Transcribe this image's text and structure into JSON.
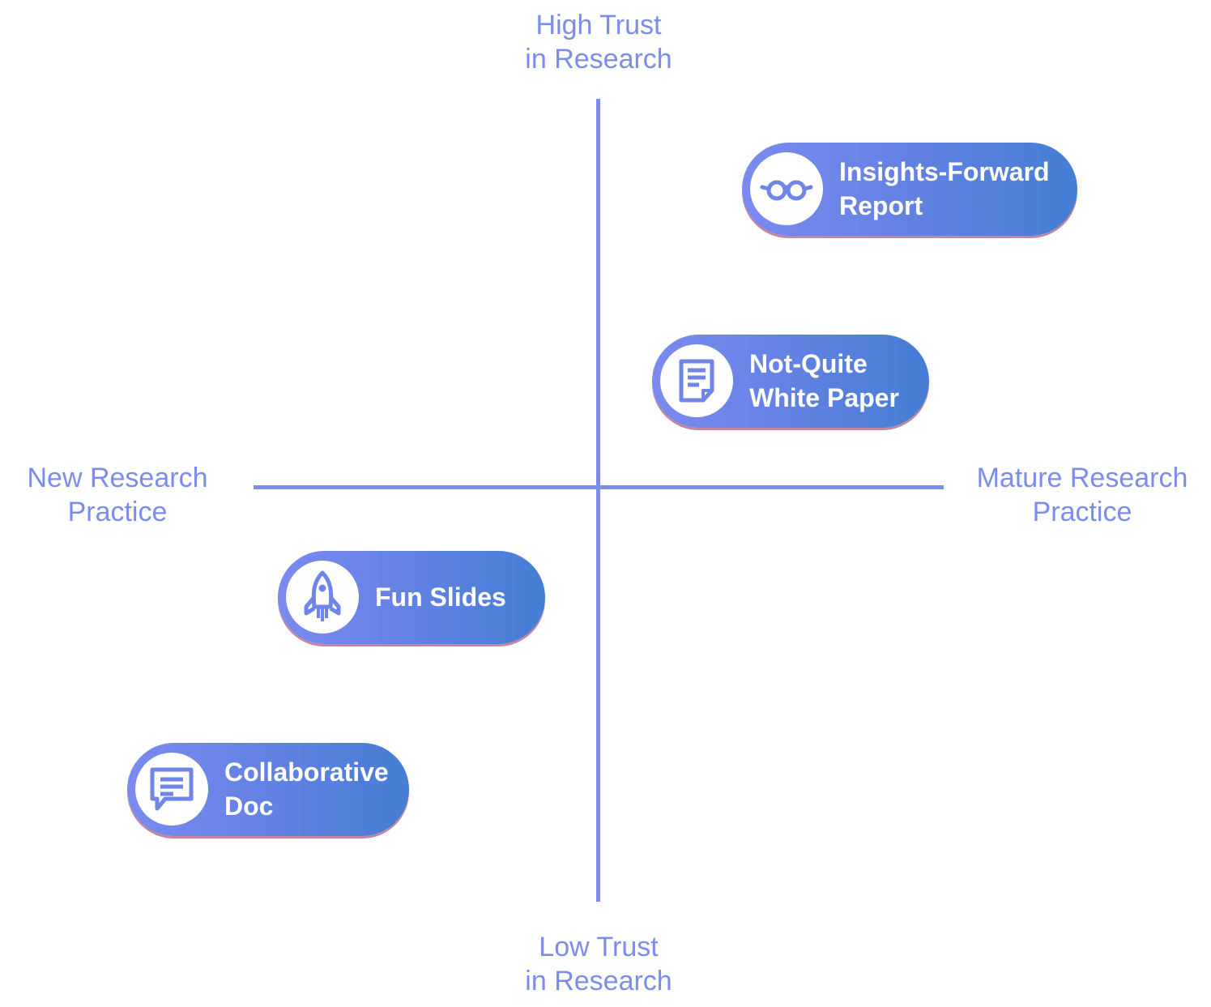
{
  "axes": {
    "top": [
      "High Trust",
      "in Research"
    ],
    "bottom": [
      "Low Trust",
      "in Research"
    ],
    "left": [
      "New Research",
      "Practice"
    ],
    "right": [
      "Mature Research",
      "Practice"
    ]
  },
  "items": [
    {
      "id": "insights",
      "icon": "glasses-icon",
      "lines": [
        "Insights-Forward",
        "Report"
      ]
    },
    {
      "id": "whitepaper",
      "icon": "document-icon",
      "lines": [
        "Not-Quite",
        "White Paper"
      ]
    },
    {
      "id": "funslides",
      "icon": "rocket-icon",
      "lines": [
        "Fun Slides"
      ]
    },
    {
      "id": "collab",
      "icon": "chat-icon",
      "lines": [
        "Collaborative",
        "Doc"
      ]
    }
  ],
  "colors": {
    "axis": "#7b8cec",
    "pill_start": "#7b8af0",
    "pill_end": "#457ed4",
    "icon": "#6f85e8"
  }
}
